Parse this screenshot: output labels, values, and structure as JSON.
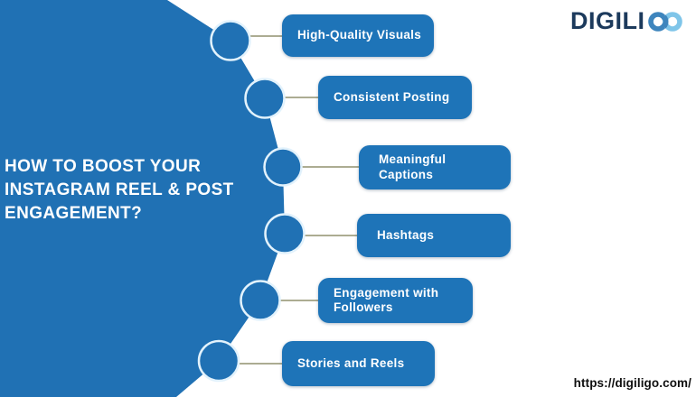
{
  "header": {
    "logo": {
      "text": "DIGILIGO",
      "prefix": "DIGILI",
      "suffix_stylized": "GO"
    }
  },
  "title": {
    "text": "HOW TO BOOST YOUR INSTAGRAM REEL & POST ENGAGEMENT?",
    "lines": [
      "HOW TO BOOST YOUR",
      "INSTAGRAM REEL & POST",
      "ENGAGEMENT?"
    ]
  },
  "items": [
    {
      "label": "High-Quality Visuals"
    },
    {
      "label": "Consistent Posting"
    },
    {
      "label": "Meaningful Captions"
    },
    {
      "label": "Hashtags"
    },
    {
      "label": "Engagement with Followers"
    },
    {
      "label": "Stories and Reels"
    }
  ],
  "footer": {
    "url": "https://digiligo.com/"
  },
  "colors": {
    "primary_blue": "#2071b4",
    "box_blue": "#1e74b8",
    "node_ring": "#e2f2fc",
    "connector_line": "#90906f",
    "logo_navy": "#1c3a5c",
    "logo_mid_blue": "#3e85bd",
    "logo_light_blue": "#7fc5e9",
    "title_text": "#ffffff",
    "url_text": "#101010",
    "background": "#ffffff"
  }
}
